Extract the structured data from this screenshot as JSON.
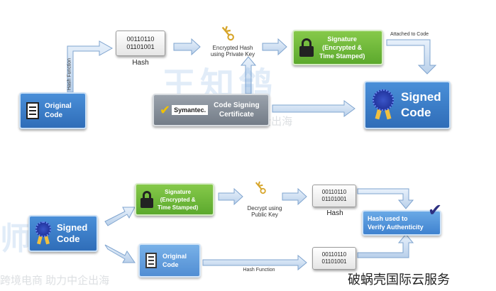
{
  "top": {
    "original_code": "Original\nCode",
    "hash_bits_1": "00110110",
    "hash_bits_2": "01101001",
    "hash_label": "Hash",
    "hash_function": "Hash Function",
    "encrypted_hash": "Encrypted Hash\nusing Private Key",
    "signature": "Signature\n(Encrypted &\nTime Stamped)",
    "attached": "Attached to Code",
    "symantec": "Symantec.",
    "code_signing": "Code Signing\nCertificate",
    "signed_code": "Signed\nCode"
  },
  "bottom": {
    "signed_code": "Signed\nCode",
    "signature": "Signature\n(Encrypted &\nTime Stamped)",
    "decrypt": "Decrypt using\nPublic Key",
    "hash_bits_1": "00110110",
    "hash_bits_2": "01101001",
    "hash_label": "Hash",
    "verify": "Hash used to\nVerify Authenticity",
    "original_code": "Original\nCode",
    "hash_function": "Hash Function",
    "hash2_bits_1": "00110110",
    "hash2_bits_2": "01101001"
  },
  "watermarks": {
    "w1": "服务跨境电商  助力中企出海",
    "w2": "跨境电商  助力中企出海",
    "footer": "破蜗壳国际云服务"
  },
  "colors": {
    "blue": "#2f6db8",
    "green": "#5ca92d",
    "grey": "#737c87",
    "arrow": "#c5d8ee"
  }
}
